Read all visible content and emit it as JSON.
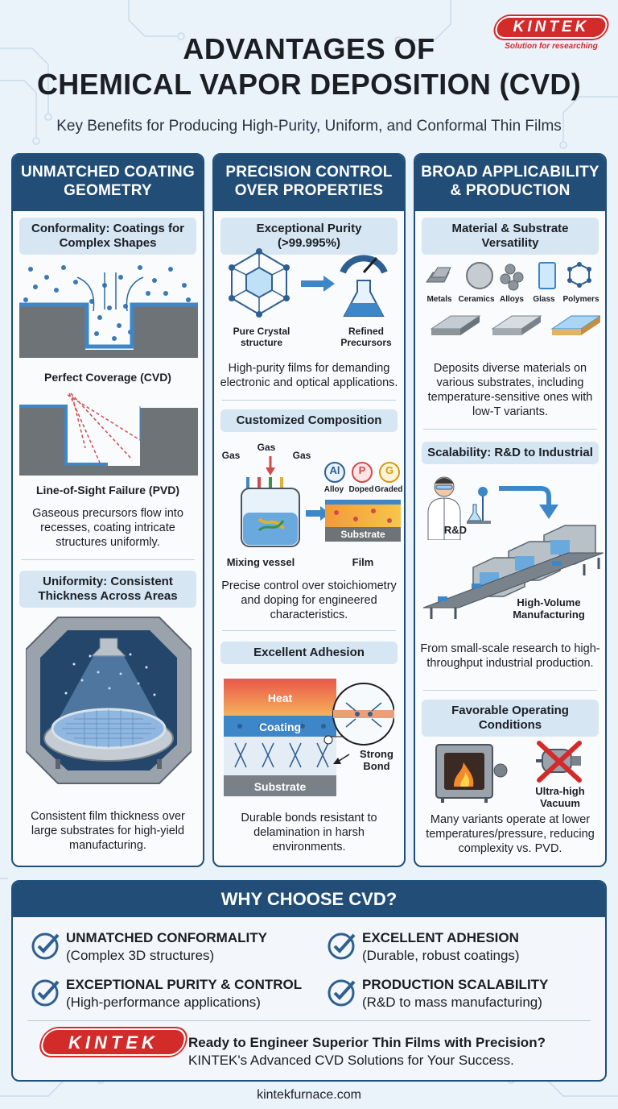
{
  "header": {
    "title_line1": "ADVANTAGES OF",
    "title_line2": "CHEMICAL VAPOR DEPOSITION (CVD)",
    "subtitle": "Key Benefits for Producing High-Purity, Uniform, and Conformal Thin Films"
  },
  "brand": {
    "name": "KINTEK",
    "tagline": "Solution for researching",
    "color": "#d32a2a"
  },
  "columns": [
    {
      "title": "UNMATCHED COATING GEOMETRY",
      "sections": [
        {
          "title": "Conformality: Coatings for Complex Shapes",
          "captions": [
            "Perfect Coverage (CVD)",
            "Line-of-Sight Failure (PVD)"
          ],
          "description": "Gaseous precursors flow into recesses, coating intricate structures uniformly."
        },
        {
          "title": "Uniformity: Consistent Thickness Across Areas",
          "description": "Consistent film thickness over large substrates for high-yield manufacturing."
        }
      ]
    },
    {
      "title": "PRECISION CONTROL OVER PROPERTIES",
      "sections": [
        {
          "title": "Exceptional Purity (>99.995%)",
          "labels": [
            "Pure Crystal structure",
            "Refined Precursors"
          ],
          "description": "High-purity films for demanding electronic and optical applications."
        },
        {
          "title": "Customized Composition",
          "labels": [
            "Gas",
            "Gas",
            "Gas",
            "Mixing vessel",
            "Film",
            "Substrate",
            "Alloy",
            "Doped",
            "Graded"
          ],
          "icon_letters": [
            "Al",
            "P",
            "G"
          ],
          "description": "Precise control over stoichiometry and doping for engineered characteristics."
        },
        {
          "title": "Excellent Adhesion",
          "labels": [
            "Heat",
            "Coating",
            "Substrate",
            "Strong Bond"
          ],
          "description": "Durable bonds resistant to delamination in harsh environments."
        }
      ]
    },
    {
      "title": "BROAD APPLICABILITY & PRODUCTION",
      "sections": [
        {
          "title": "Material & Substrate Versatility",
          "labels": [
            "Metals",
            "Ceramics",
            "Alloys",
            "Glass",
            "Polymers"
          ],
          "description": "Deposits diverse materials on various substrates, including temperature-sensitive ones with low-T variants."
        },
        {
          "title": "Scalability: R&D to Industrial",
          "labels": [
            "R&D",
            "High-Volume Manufacturing"
          ],
          "description": "From small-scale research to high-throughput industrial production."
        },
        {
          "title": "Favorable Operating Conditions",
          "labels": [
            "Ultra-high Vacuum"
          ],
          "description": "Many variants operate at lower temperatures/pressure, reducing complexity vs. PVD."
        }
      ]
    }
  ],
  "why": {
    "title": "WHY CHOOSE CVD?",
    "items": [
      {
        "title": "UNMATCHED CONFORMALITY",
        "subtitle": "(Complex 3D structures)"
      },
      {
        "title": "EXCELLENT ADHESION",
        "subtitle": "(Durable, robust coatings)"
      },
      {
        "title": "EXCEPTIONAL PURITY & CONTROL",
        "subtitle": "(High-performance applications)"
      },
      {
        "title": "PRODUCTION SCALABILITY",
        "subtitle": "(R&D to mass manufacturing)"
      }
    ],
    "cta_line1": "Ready to Engineer Superior Thin Films with Precision?",
    "cta_line2": "KINTEK's Advanced CVD Solutions for Your Success."
  },
  "footer": {
    "url": "kintekfurnace.com"
  },
  "colors": {
    "navy": "#214d76",
    "light_blue": "#d6e6f3",
    "background": "#eaf2fa"
  }
}
